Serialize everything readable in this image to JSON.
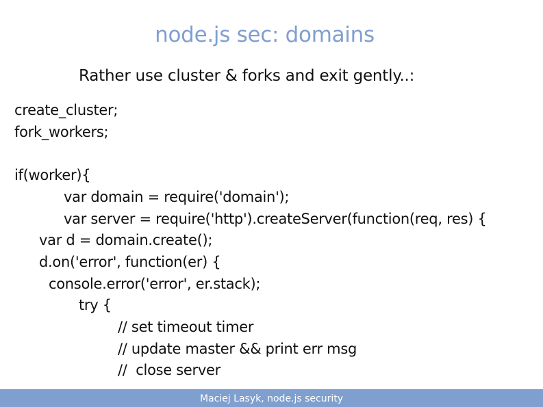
{
  "slide": {
    "title": "node.js sec: domains",
    "subtitle": "Rather use cluster & forks and exit gently..:",
    "code_lines": [
      "create_cluster;",
      "fork_workers;",
      "if(worker){",
      "var domain = require('domain');",
      "var server = require('http').createServer(function(req, res) {",
      "var d = domain.create();",
      "d.on('error', function(er) {",
      "console.error('error', er.stack);",
      "try {",
      "// set timeout timer",
      "// update master && print err msg",
      "//  close server"
    ],
    "footer": "Maciej Lasyk, node.js security",
    "colors": {
      "accent": "#7f9fce",
      "text": "#111111",
      "background": "#ffffff"
    }
  }
}
